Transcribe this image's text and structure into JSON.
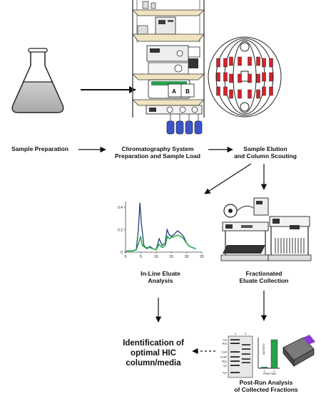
{
  "steps": {
    "sample_preparation": "Sample Preparation",
    "chromatography_line1": "Chromatography System",
    "chromatography_line2": "Preparation and Sample Load",
    "elution_line1": "Sample Elution",
    "elution_line2": "and Column Scouting",
    "inline_line1": "In-Line Eluate",
    "inline_line2": "Analysis",
    "fractionated_line1": "Fractionated",
    "fractionated_line2": "Eluate Collection",
    "identification_line1": "Identification of",
    "identification_line2": "optimal HIC",
    "identification_line3": "column/media",
    "postrun_line1": "Post-Run Analysis",
    "postrun_line2": "of Collected Fractions"
  },
  "valve_labels": {
    "a": "A",
    "b": "B"
  },
  "chart_data": {
    "type": "line",
    "x_ticks": [
      0,
      5,
      10,
      15,
      20,
      25
    ],
    "y_ticks": [
      0,
      0.2,
      0.4
    ],
    "xlim": [
      0,
      25
    ],
    "ylim": [
      0,
      0.45
    ],
    "series": [
      {
        "color": "#1f3f7a",
        "points": [
          [
            0,
            0.01
          ],
          [
            2,
            0.01
          ],
          [
            3.5,
            0.02
          ],
          [
            4.2,
            0.2
          ],
          [
            4.7,
            0.44
          ],
          [
            5.2,
            0.25
          ],
          [
            6,
            0.06
          ],
          [
            7,
            0.03
          ],
          [
            8,
            0.05
          ],
          [
            9,
            0.03
          ],
          [
            10,
            0.02
          ],
          [
            11,
            0.12
          ],
          [
            12,
            0.06
          ],
          [
            13,
            0.08
          ],
          [
            13.6,
            0.2
          ],
          [
            14.2,
            0.16
          ],
          [
            15,
            0.14
          ],
          [
            16,
            0.16
          ],
          [
            17,
            0.19
          ],
          [
            18,
            0.17
          ],
          [
            19,
            0.14
          ],
          [
            20,
            0.08
          ],
          [
            21,
            0.05
          ],
          [
            22,
            0.04
          ],
          [
            23,
            0.03
          ]
        ]
      },
      {
        "color": "#29a84a",
        "points": [
          [
            0,
            0.01
          ],
          [
            2,
            0.01
          ],
          [
            3.5,
            0.02
          ],
          [
            4.3,
            0.08
          ],
          [
            4.9,
            0.14
          ],
          [
            5.5,
            0.06
          ],
          [
            6.5,
            0.04
          ],
          [
            8,
            0.04
          ],
          [
            9,
            0.03
          ],
          [
            10,
            0.02
          ],
          [
            11,
            0.07
          ],
          [
            12,
            0.04
          ],
          [
            13,
            0.06
          ],
          [
            13.7,
            0.14
          ],
          [
            14.3,
            0.12
          ],
          [
            15,
            0.13
          ],
          [
            16,
            0.14
          ],
          [
            17,
            0.15
          ],
          [
            18,
            0.14
          ],
          [
            19,
            0.12
          ],
          [
            20,
            0.08
          ],
          [
            21,
            0.05
          ],
          [
            22,
            0.04
          ],
          [
            23,
            0.03
          ]
        ]
      }
    ]
  },
  "gel": {
    "lane_labels": [
      "1",
      "2"
    ],
    "marker_labels": [
      "Gal",
      "Bsa",
      "Carb",
      "Ovalb",
      "Myo",
      "Lys",
      "Apr"
    ]
  },
  "fraction_chart": {
    "y_label": "ACTIVITY",
    "x_label": "FRACTION",
    "categories": [
      "1",
      "2"
    ],
    "values": [
      0.04,
      1.0
    ],
    "color": "#2aa04a"
  },
  "colors": {
    "reservoir": "#3a55c8",
    "column_red": "#d2232a",
    "cylinder": "#2ea64a"
  }
}
